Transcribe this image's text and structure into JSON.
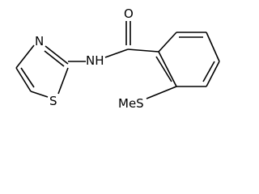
{
  "molecule": {
    "atoms": {
      "n_ring": "N",
      "s_ring": "S",
      "nh": "NH",
      "o": "O",
      "sme": "MeS"
    }
  }
}
